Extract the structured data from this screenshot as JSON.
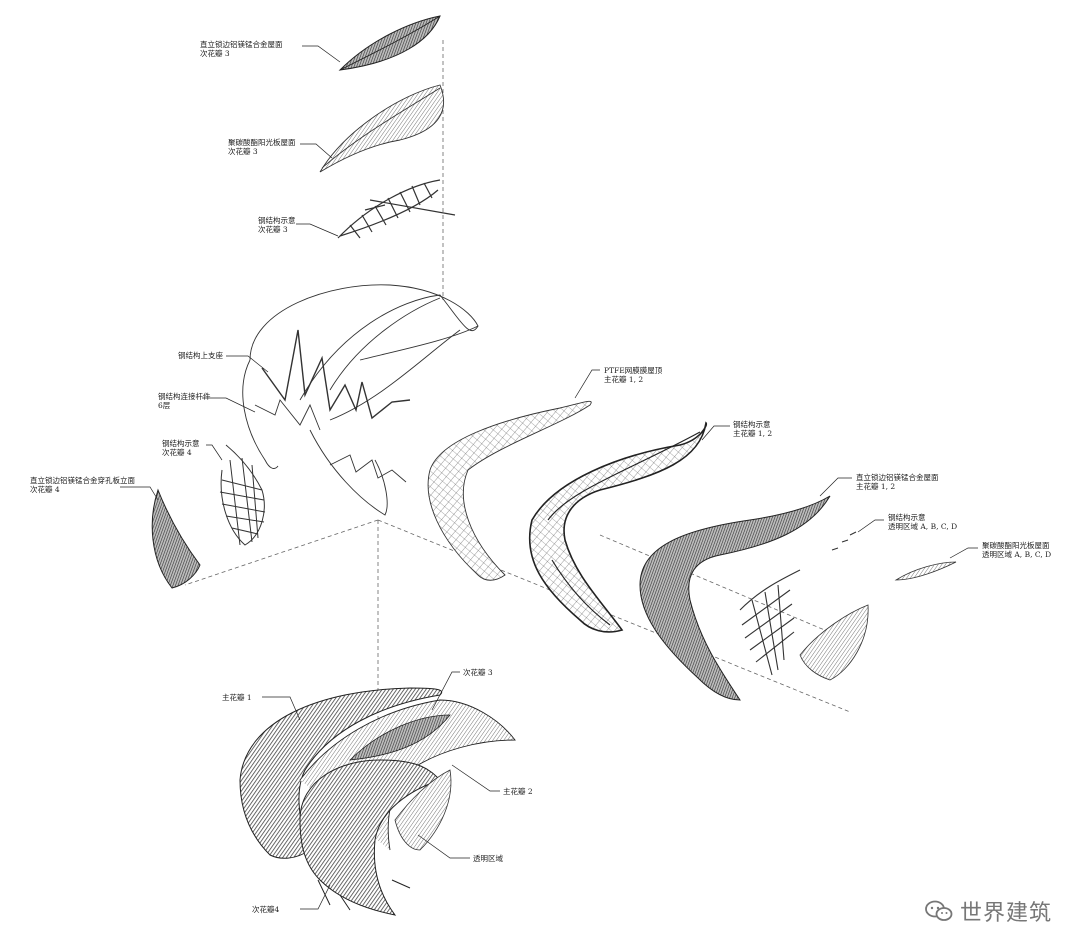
{
  "labels": {
    "l1": {
      "a": "直立锁边铝镁锰合金屋面",
      "b": "次花瓣 3"
    },
    "l2": {
      "a": "聚碳酸酯阳光板屋面",
      "b": "次花瓣 3"
    },
    "l3": {
      "a": "钢结构示意",
      "b": "次花瓣 3"
    },
    "l4": {
      "a": "钢结构上支座"
    },
    "l5": {
      "a": "钢结构连接杆件",
      "b": "6层"
    },
    "l6": {
      "a": "钢结构示意",
      "b": "次花瓣 4"
    },
    "l7": {
      "a": "直立锁边铝镁锰合金穿孔板立面",
      "b": "次花瓣 4"
    },
    "l8": {
      "a": "PTFE网膜膜屋顶",
      "b": "主花瓣 1, 2"
    },
    "l9": {
      "a": "钢结构示意",
      "b": "主花瓣 1, 2"
    },
    "l10": {
      "a": "直立锁边铝镁锰合金屋面",
      "b": "主花瓣 1, 2"
    },
    "l11": {
      "a": "钢结构示意",
      "b": "透明区域 A, B, C, D"
    },
    "l12": {
      "a": "聚碳酸酯阳光板屋面",
      "b": "透明区域 A, B, C, D"
    },
    "a1": "主花瓣 1",
    "a2": "次花瓣 3",
    "a3": "主花瓣 2",
    "a4": "透明区域",
    "a5": "次花瓣4"
  },
  "watermark": "世界建筑",
  "colors": {
    "ink": "#222222",
    "hatch": "#555555",
    "dash": "#666666"
  }
}
